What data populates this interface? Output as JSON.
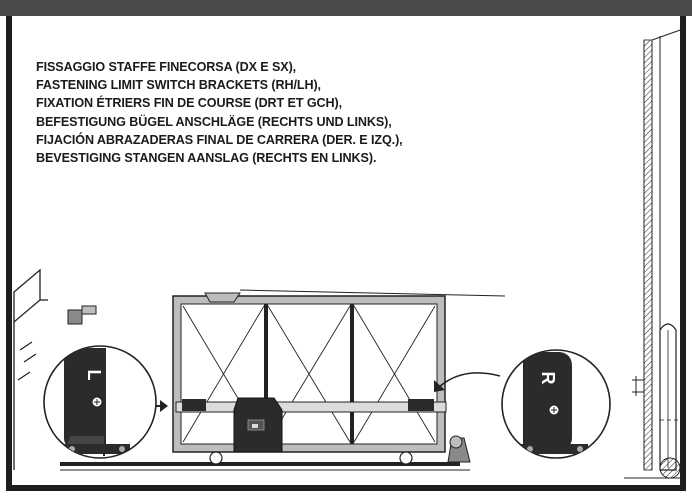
{
  "heading": {
    "lines": [
      "FISSAGGIO STAFFE FINECORSA (DX E SX),",
      "FASTENING LIMIT SWITCH BRACKETS (RH/LH),",
      "FIXATION ÉTRIERS FIN DE COURSE (DRT ET GCH),",
      "BEFESTIGUNG BÜGEL ANSCHLÄGE (RECHTS UND LINKS),",
      "FIJACIÓN ABRAZADERAS FINAL DE CARRERA (DER. E IZQ.),",
      "BEVESTIGING STANGEN AANSLAG (RECHTS EN LINKS)."
    ]
  },
  "illustration": {
    "left_bracket_letter": "L",
    "right_bracket_letter": "R"
  },
  "colors": {
    "frame": "#1e1e1e",
    "top_bar": "#4a4a4a",
    "gate_fill": "#bdbdbd",
    "bracket_fill": "#2b2b2b"
  }
}
